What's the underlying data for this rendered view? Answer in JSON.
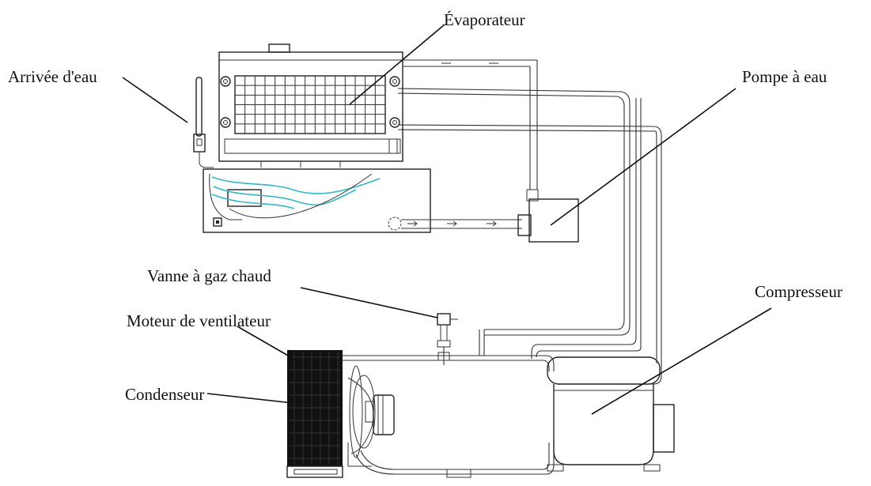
{
  "labels": {
    "evaporator": "Évaporateur",
    "water_inlet": "Arrivée d'eau",
    "water_pump": "Pompe à eau",
    "hot_gas_valve": "Vanne à gaz chaud",
    "fan_motor": "Moteur de ventilateur",
    "compressor": "Compresseur",
    "condenser": "Condenseur"
  },
  "colors": {
    "line": "#222222",
    "water": "#35b6c2",
    "condenser_fill": "#111111",
    "background": "#ffffff"
  }
}
